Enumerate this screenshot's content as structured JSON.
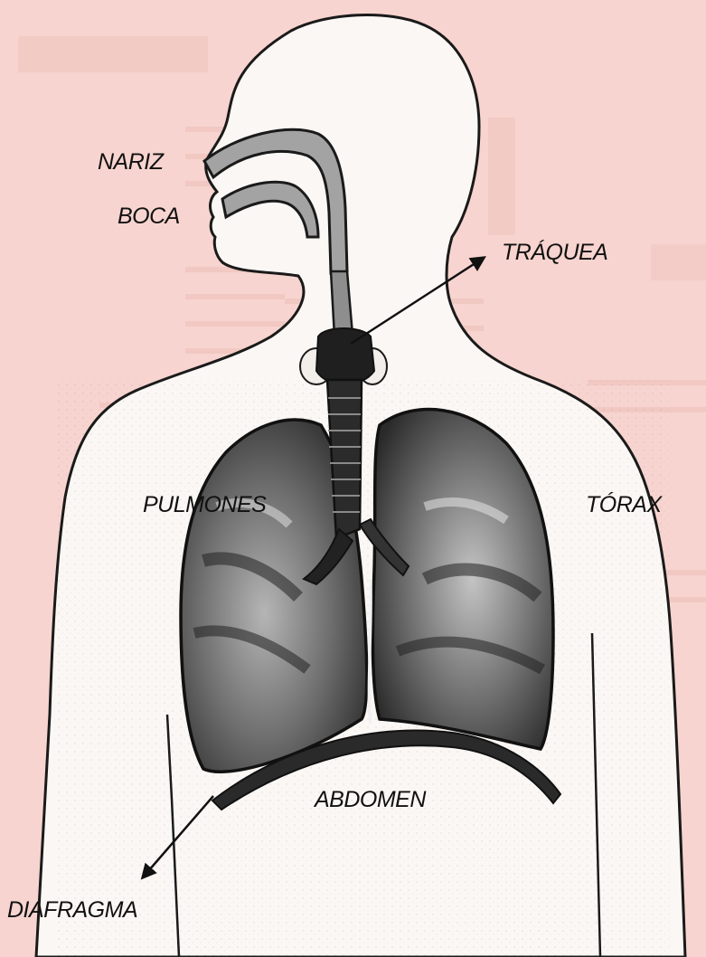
{
  "colors": {
    "page": "#f7d4cf",
    "body_fill": "#fbf7f4",
    "outline": "#1a1a1a",
    "lung_dark": "#3b3b3b",
    "lung_mid": "#8a8a8a",
    "airway": "#9c9c9c",
    "label_text": "#111111"
  },
  "labels": {
    "nariz": "NARIZ",
    "boca": "BOCA",
    "traquea": "TRÁQUEA",
    "pulmones": "PULMONES",
    "torax": "TÓRAX",
    "abdomen": "ABDOMEN",
    "diafragma": "DIAFRAGMA"
  },
  "icons": {
    "traquea_pointer": "arrow-icon",
    "diafragma_pointer": "arrow-icon"
  }
}
